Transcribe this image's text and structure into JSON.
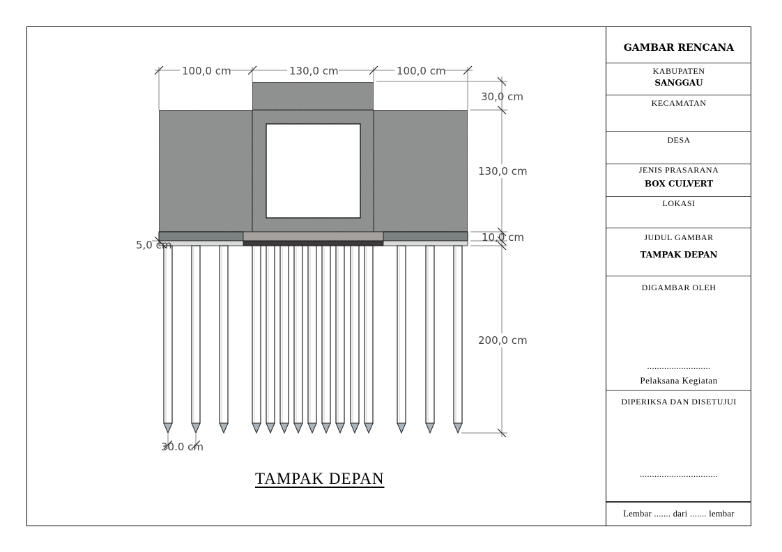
{
  "drawing": {
    "caption": "TAMPAK DEPAN",
    "dimensions": {
      "wing_left_width": "100,0 cm",
      "box_width": "130,0 cm",
      "wing_right_width": "100,0 cm",
      "top_slab_height": "30,0 cm",
      "wall_height": "130,0 cm",
      "pile_cap_thickness": "10,0 cm",
      "lean_concrete_thickness": "5,0 cm",
      "pile_length": "200,0 cm",
      "pile_spacing": "30.0 cm"
    },
    "piles": {
      "left_group_count": 3,
      "middle_group_count": 9,
      "right_group_count": 3
    },
    "colors": {
      "concrete": "#8a8c8b",
      "slab": "#7d8283",
      "cap_middle": "#a39f9b",
      "cap_dark": "#3e3a3b",
      "lean_concrete": "#d9dbda",
      "pile_tip": "#aab4ba",
      "dimension_line": "#9a9a9a"
    }
  },
  "title_block": {
    "header": "GAMBAR RENCANA",
    "kabupaten": {
      "label": "KABUPATEN",
      "value": "SANGGAU"
    },
    "kecamatan": {
      "label": "KECAMATAN",
      "value": ""
    },
    "desa": {
      "label": "DESA",
      "value": ""
    },
    "jenis_prasarana": {
      "label": "JENIS PRASARANA",
      "value": "BOX CULVERT"
    },
    "lokasi": {
      "label": "LOKASI",
      "value": ""
    },
    "judul_gambar": {
      "label": "JUDUL GAMBAR",
      "value": "TAMPAK DEPAN"
    },
    "digambar_oleh": {
      "label": "DIGAMBAR OLEH",
      "dots": "..........................",
      "role": "Pelaksana Kegiatan"
    },
    "diperiksa": {
      "label": "DIPERIKSA DAN DISETUJUI",
      "dots": "................................"
    },
    "lembar": "Lembar ....... dari ....... lembar"
  }
}
